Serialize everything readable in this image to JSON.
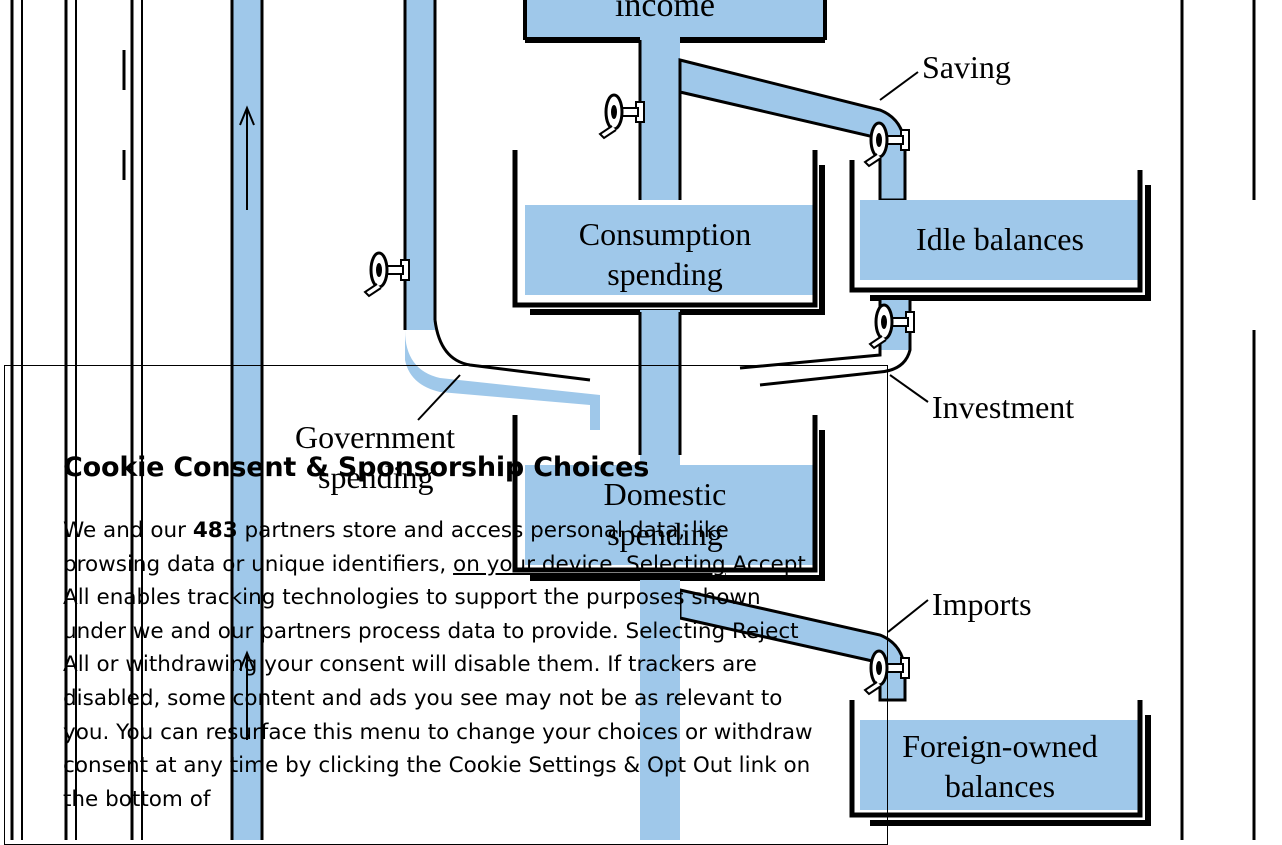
{
  "diagram": {
    "labels": {
      "income": "income",
      "saving": "Saving",
      "consumption_l1": "Consumption",
      "consumption_l2": "spending",
      "idle": "Idle balances",
      "government_l1": "Government",
      "government_l2": "spending",
      "investment": "Investment",
      "domestic_l1": "Domestic",
      "domestic_l2": "spending",
      "imports": "Imports",
      "foreign_l1": "Foreign-owned",
      "foreign_l2": "balances"
    },
    "colors": {
      "water": "#9fc8ea",
      "ink": "#000000"
    }
  },
  "consent": {
    "title": "Cookie Consent & Sponsorship Choices",
    "body_pre": "We and our ",
    "partner_count": "483",
    "body_mid": " partners store and access personal data, like browsing data or unique identifiers, ",
    "device_link": "on your device. Selecting",
    "body_post": " Accept All enables tracking technologies to support the purposes shown under we and our partners process data to provide. Selecting Reject All or withdrawing your consent will disable them. If trackers are disabled, some content and ads you see may not be as relevant to you. You can resurface this menu to change your choices or withdraw consent at any time by clicking the Cookie Settings & Opt Out link on the bottom of"
  }
}
